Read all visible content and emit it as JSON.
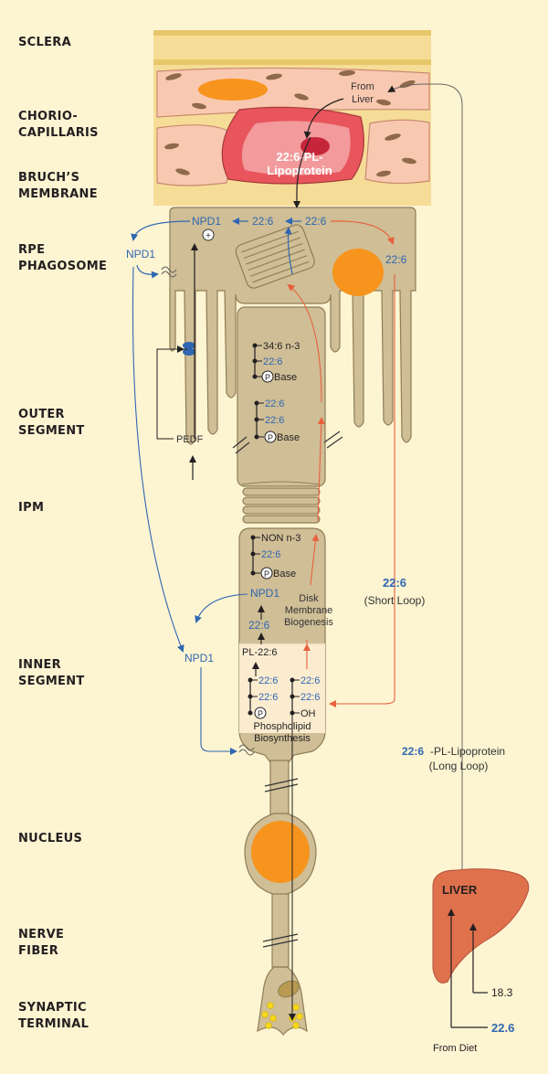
{
  "layers": {
    "sclera": "SCLERA",
    "chorio_1": "CHORIO-",
    "chorio_2": "CAPILLARIS",
    "bruch_1": "BRUCH’S",
    "bruch_2": "MEMBRANE",
    "rpe_1": "RPE",
    "rpe_2": "PHAGOSOME",
    "outer_1": "OUTER",
    "outer_2": "SEGMENT",
    "ipm": "IPM",
    "inner_1": "INNER",
    "inner_2": "SEGMENT",
    "nucleus": "NUCLEUS",
    "nerve_1": "NERVE",
    "nerve_2": "FIBER",
    "synaptic_1": "SYNAPTIC",
    "synaptic_2": "TERMINAL"
  },
  "labels": {
    "from_liver_1": "From",
    "from_liver_2": "Liver",
    "lipoprotein_1": "22:6-PL-",
    "lipoprotein_2": "Lipoprotein",
    "npd1": "NPD1",
    "dha": "22:6",
    "plus": "+",
    "pedf": "PEDF",
    "os_a1": "34:6 n-3",
    "os_base": "Base",
    "p": "P",
    "is_non": "NON n-3",
    "disk_1": "Disk",
    "disk_2": "Membrane",
    "disk_3": "Biogenesis",
    "pl_dha": "PL-22:6",
    "oh": "OH",
    "phos_1": "Phospholipid",
    "phos_2": "Biosynthesis",
    "short_loop": "(Short Loop)",
    "long_loop_suffix": "-PL-Lipoprotein",
    "long_loop": "(Long Loop)",
    "liver": "LIVER",
    "diet_183": "18.3",
    "diet_226": "22.6",
    "from_diet": "From Diet"
  },
  "colors": {
    "background": "#fdf4d2",
    "cell": "#cfbe96",
    "cell_outline": "#8f7d56",
    "blue_text": "#2f67b1",
    "red_arrow": "#e8603c",
    "nucleus_orange": "#f7941d",
    "liver": "#e0714d",
    "choroid_pink": "#f9c8b0",
    "lipoprotein_red": "#e8555d"
  }
}
